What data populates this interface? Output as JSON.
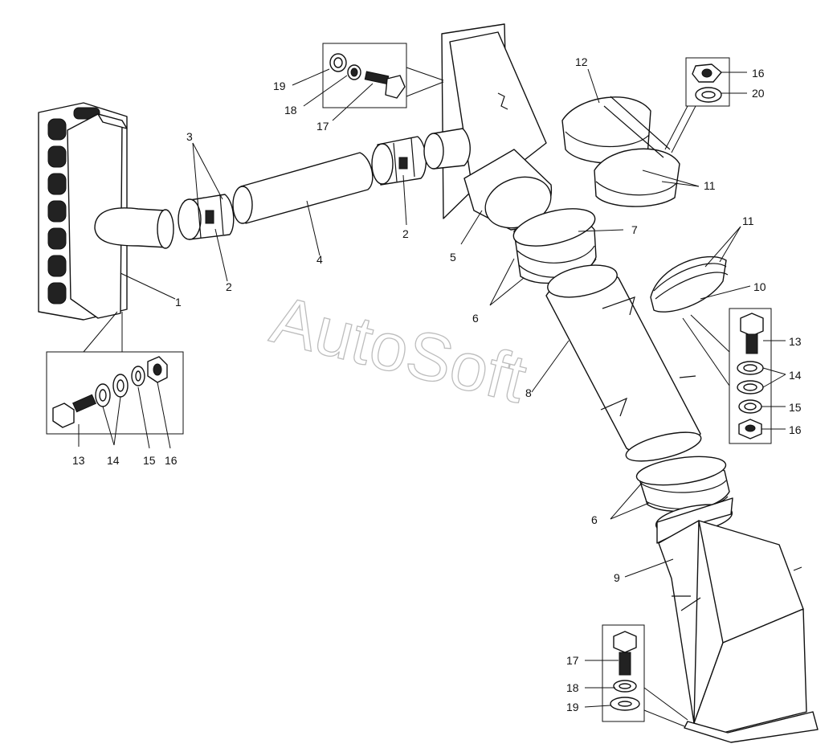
{
  "watermark": "AutoSoft",
  "callouts": {
    "c1": "1",
    "c2a": "2",
    "c2b": "2",
    "c3": "3",
    "c4": "4",
    "c5": "5",
    "c6a": "6",
    "c6b": "6",
    "c7": "7",
    "c8": "8",
    "c9": "9",
    "c10": "10",
    "c11a": "11",
    "c11b": "11",
    "c12": "12",
    "c13a": "13",
    "c14a": "14",
    "c15a": "15",
    "c16a": "16",
    "c13b": "13",
    "c14b": "14",
    "c15b": "15",
    "c16b": "16",
    "c16c": "16",
    "c17a": "17",
    "c18a": "18",
    "c19a": "19",
    "c17b": "17",
    "c18b": "18",
    "c19b": "19",
    "c20": "20"
  }
}
